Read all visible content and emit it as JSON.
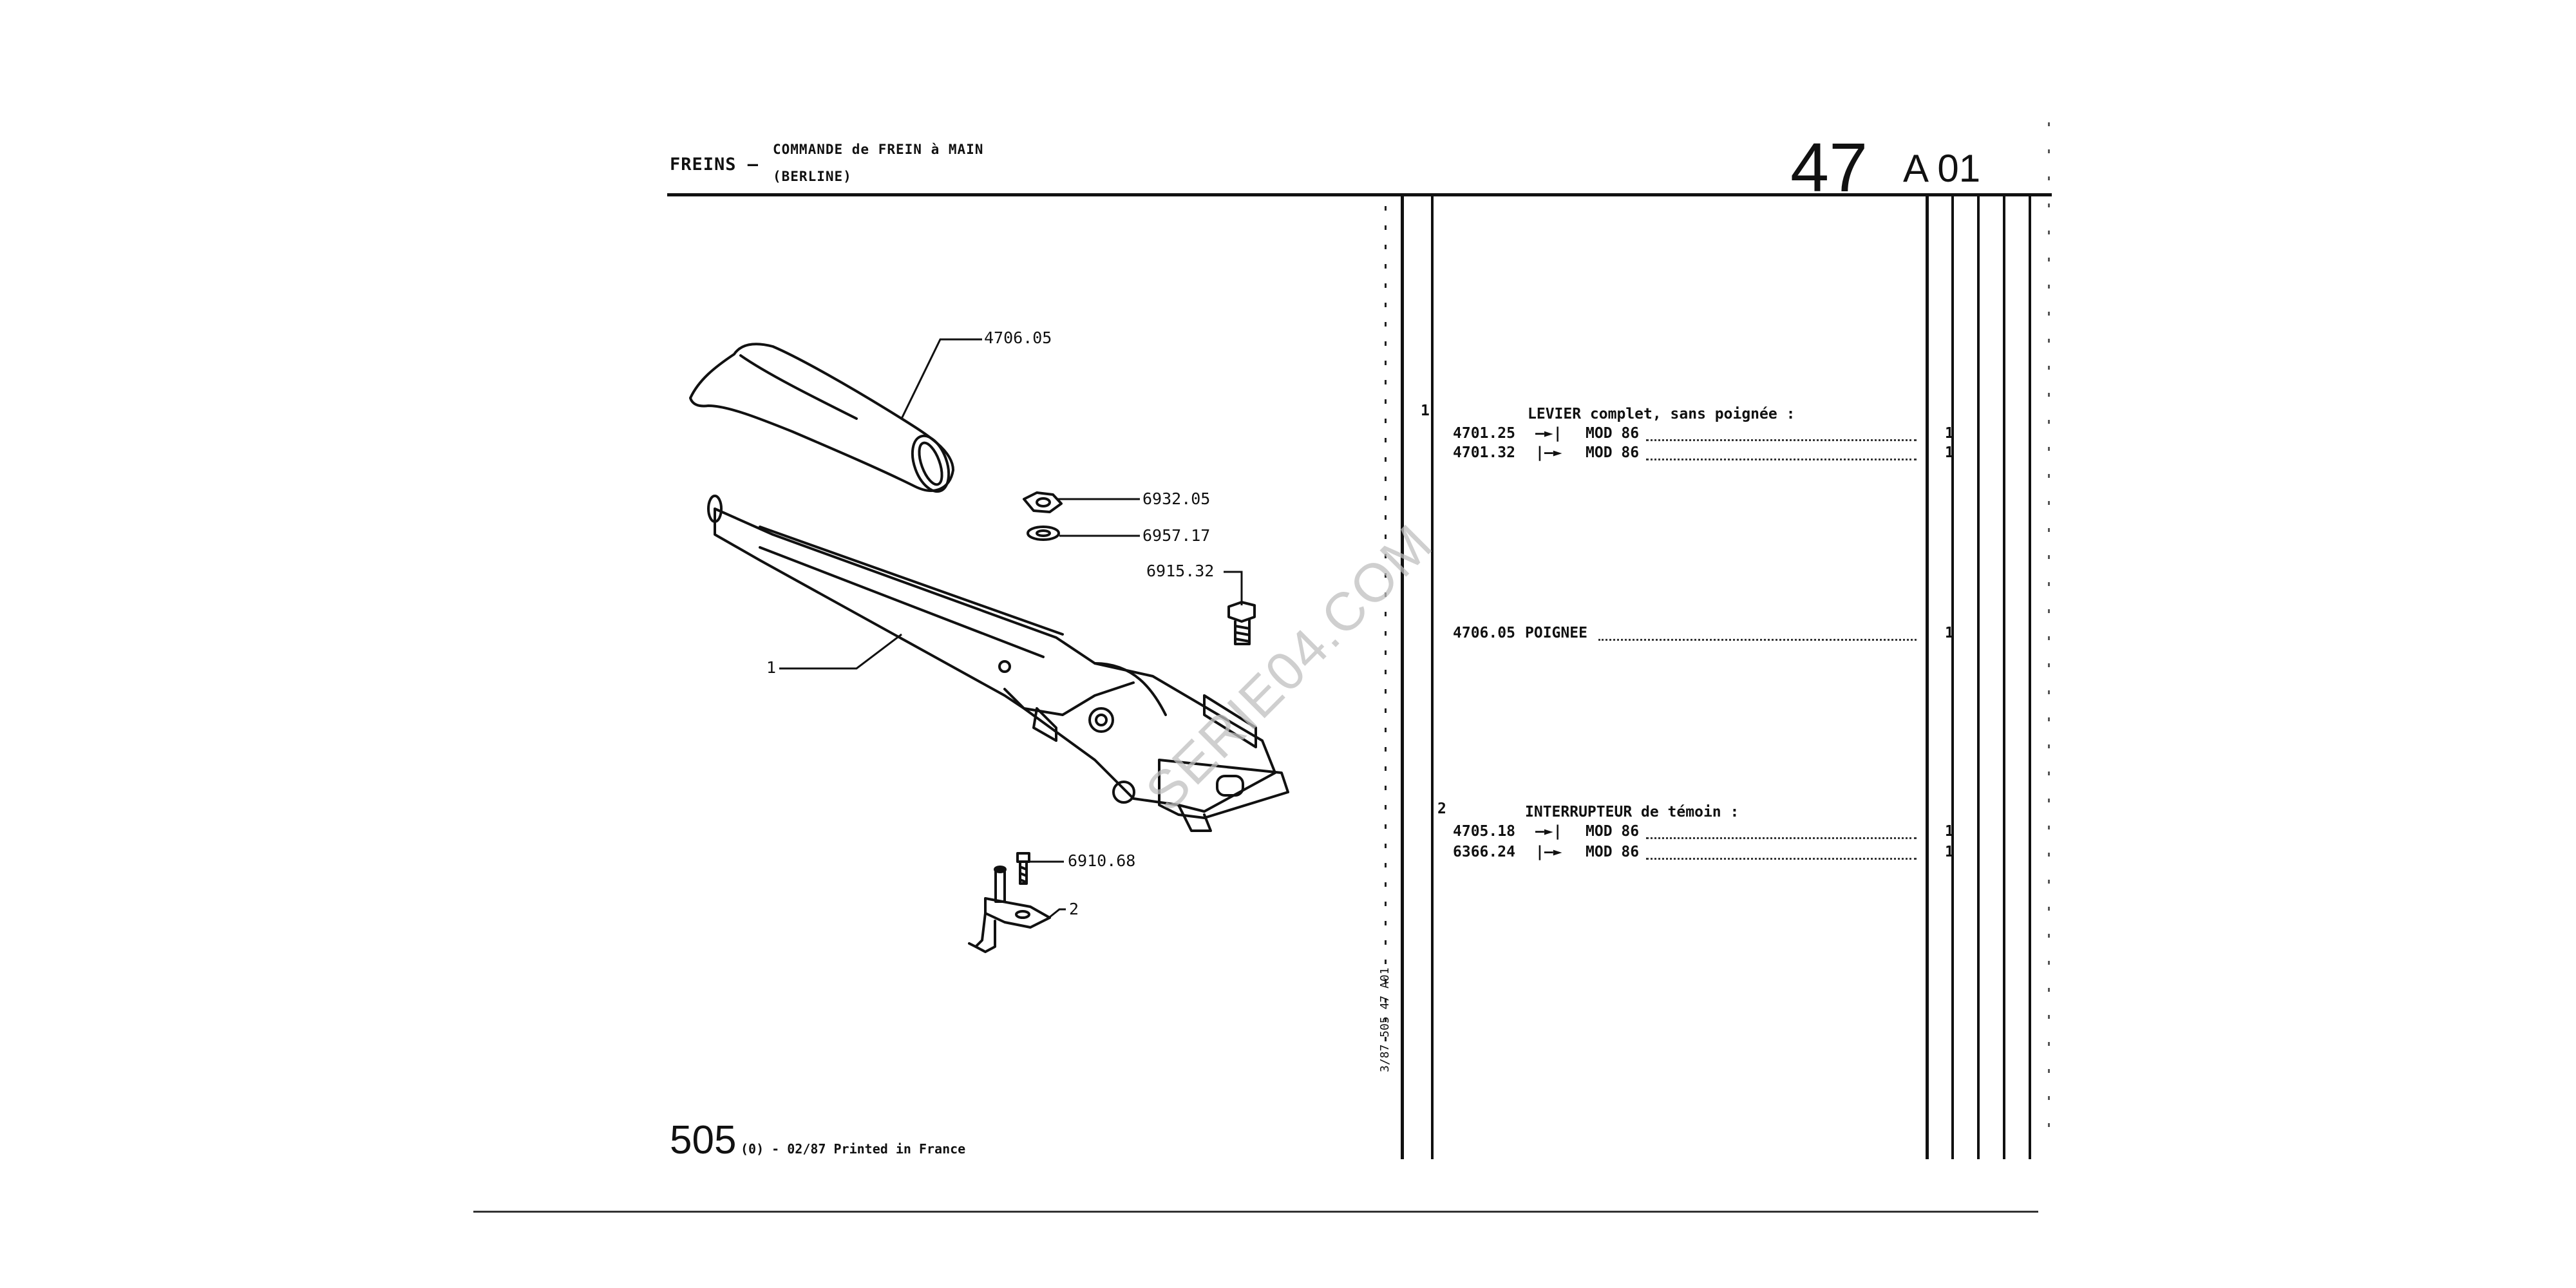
{
  "header": {
    "section": "FREINS –",
    "subtitle_line1": "COMMANDE de FREIN à MAIN",
    "subtitle_line2": "(BERLINE)",
    "group_number": "47",
    "page_code": "A 01"
  },
  "callouts": {
    "handle": "4706.05",
    "nut": "6932.05",
    "washer": "6957.17",
    "bolt": "6915.32",
    "lever": "1",
    "screw": "6910.68",
    "switch": "2"
  },
  "parts": [
    {
      "ref": "1",
      "title": "LEVIER complet, sans poignée :",
      "rows": [
        {
          "number": "4701.25",
          "arrow": "—►|",
          "model": "MOD 86",
          "qty": "1"
        },
        {
          "number": "4701.32",
          "arrow": "|—►",
          "model": "MOD 86",
          "qty": "1"
        }
      ]
    },
    {
      "ref": "",
      "title": "",
      "rows": [
        {
          "number": "4706.05",
          "arrow": "",
          "model": "POIGNEE",
          "qty": "1"
        }
      ]
    },
    {
      "ref": "2",
      "title": "INTERRUPTEUR de témoin :",
      "rows": [
        {
          "number": "4705.18",
          "arrow": "—►|",
          "model": "MOD 86",
          "qty": "1"
        },
        {
          "number": "6366.24",
          "arrow": "|—►",
          "model": "MOD 86",
          "qty": "1"
        }
      ]
    }
  ],
  "side_code": "3/87  505  47 A01",
  "footer": {
    "model": "505",
    "edition": "(0) - 02/87 Printed in France"
  },
  "watermark": "SERIE04.COM"
}
